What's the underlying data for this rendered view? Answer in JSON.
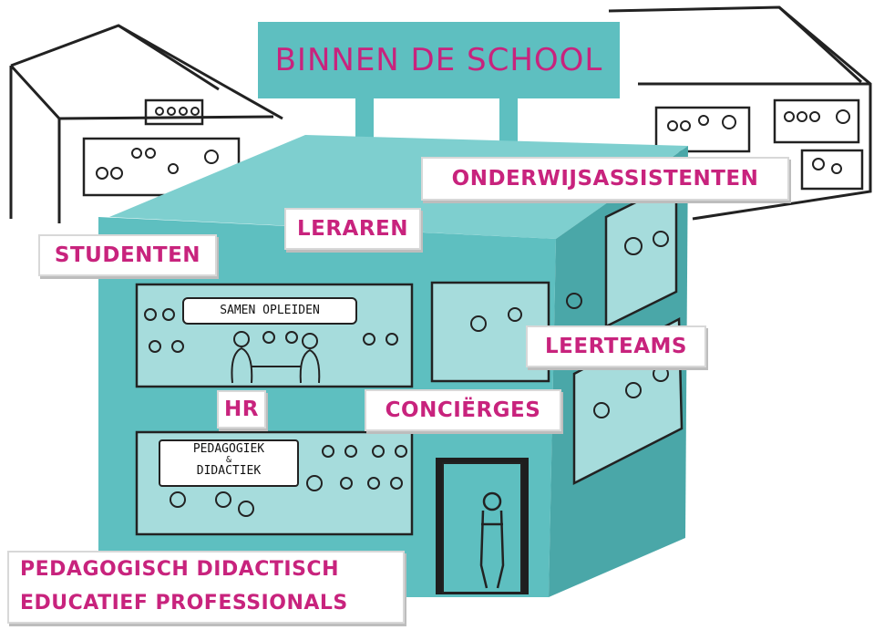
{
  "sign": {
    "title": "BINNEN DE SCHOOL"
  },
  "labels": {
    "onderwijsassistenten": "ONDERWIJSASSISTENTEN",
    "leraren": "LERAREN",
    "studenten": "STUDENTEN",
    "leerteams": "LEERTEAMS",
    "hr": "HR",
    "concierges": "CONCIËRGES",
    "pedagogisch_line1": "PEDAGOGISCH DIDACTISCH",
    "pedagogisch_line2": "EDUCATIEF PROFESSIONALS"
  },
  "boards": {
    "samen_opleiden": "SAMEN OPLEIDEN",
    "pedagogiek_line1": "PEDAGOGIEK",
    "pedagogiek_amp": "&",
    "pedagogiek_line2": "DIDACTIEK"
  },
  "colors": {
    "teal": "#5ebfc0",
    "teal_dark": "#4aa7a8",
    "magenta": "#c8237d",
    "ink": "#222222"
  }
}
